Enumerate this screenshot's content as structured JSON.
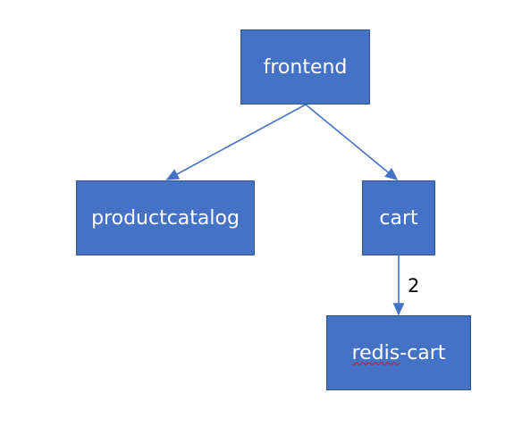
{
  "diagram": {
    "nodes": {
      "frontend": "frontend",
      "productcatalog": "productcatalog",
      "cart": "cart",
      "redis_cart_part1": "redis",
      "redis_cart_part2": "-cart"
    },
    "edges": [
      {
        "from": "frontend",
        "to": "productcatalog",
        "label": ""
      },
      {
        "from": "frontend",
        "to": "cart",
        "label": ""
      },
      {
        "from": "cart",
        "to": "redis-cart",
        "label": "2"
      }
    ],
    "edge_label_cart_redis": "2",
    "colors": {
      "node_fill": "#4472C4",
      "node_border": "#2F528F",
      "edge": "#4472C4",
      "node_text": "#ffffff"
    }
  }
}
